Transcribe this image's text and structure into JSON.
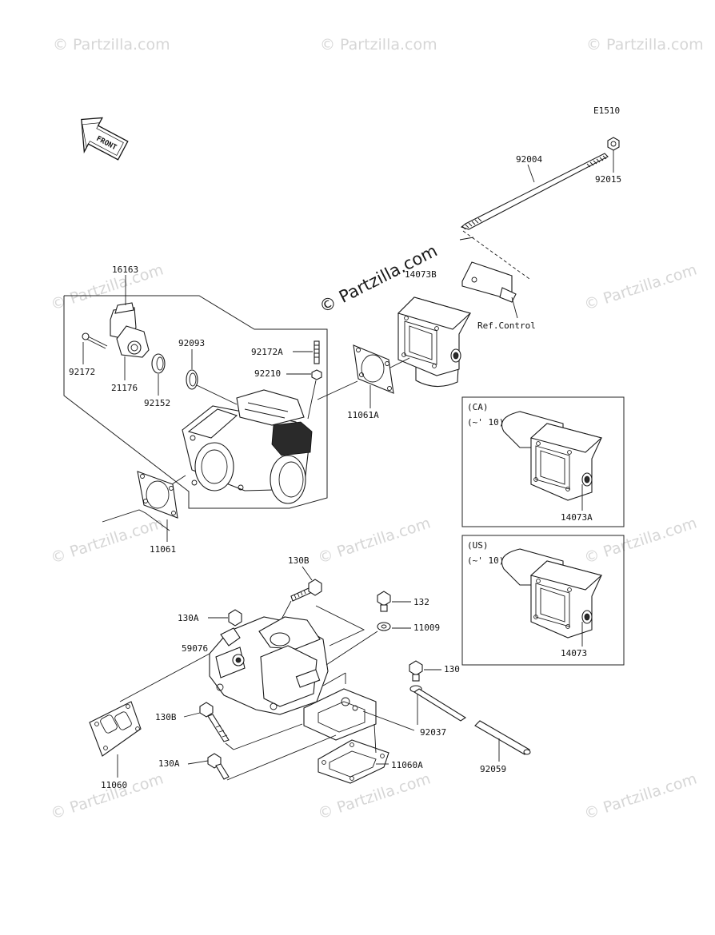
{
  "diagram_code": "E1510",
  "front_label": "FRONT",
  "main_watermark": "© Partzilla.com",
  "watermark_text": "© Partzilla.com",
  "callouts": {
    "p92004": "92004",
    "p92015": "92015",
    "p14073B": "14073B",
    "ref_control": "Ref.Control",
    "p16163": "16163",
    "p92172": "92172",
    "p21176": "21176",
    "p92152": "92152",
    "p92093": "92093",
    "p92172A": "92172A",
    "p92210": "92210",
    "p11061A": "11061A",
    "p11061": "11061",
    "p130B_top": "130B",
    "p130A_top": "130A",
    "p59076": "59076",
    "p132": "132",
    "p11009": "11009",
    "p130": "130",
    "p92037": "92037",
    "p92059": "92059",
    "p130B_bot": "130B",
    "p130A_bot": "130A",
    "p11060": "11060",
    "p11060A": "11060A"
  },
  "variants": {
    "ca": {
      "region": "(CA)",
      "years": "(~' 10)",
      "part": "14073A"
    },
    "us": {
      "region": "(US)",
      "years": "(~' 10)",
      "part": "14073"
    }
  }
}
